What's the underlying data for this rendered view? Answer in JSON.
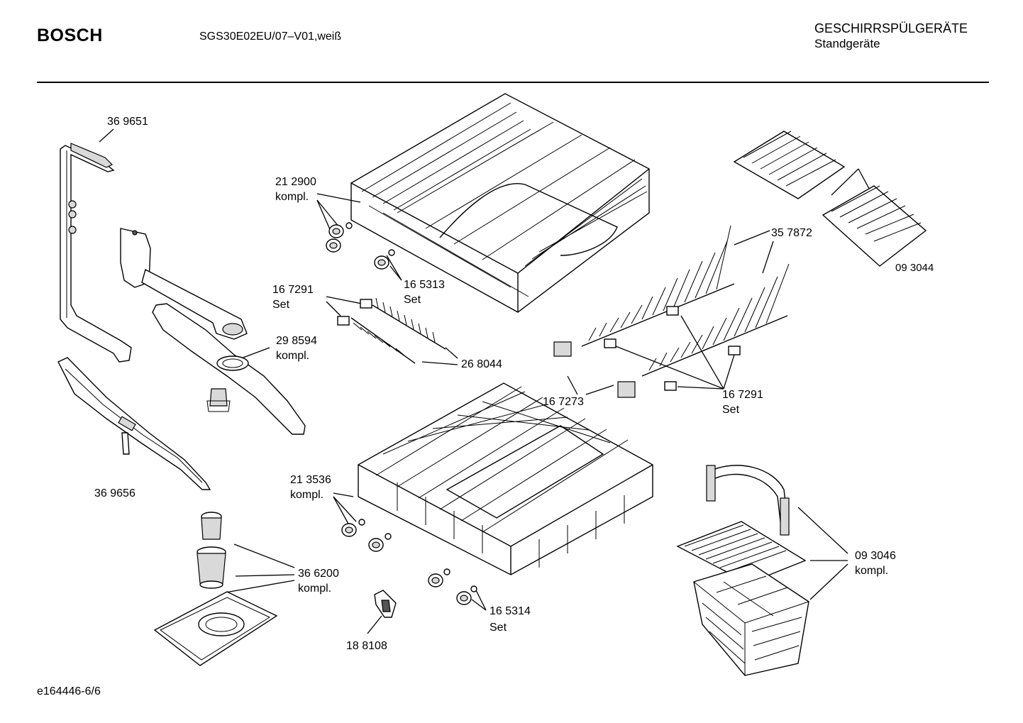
{
  "header": {
    "brand": "BOSCH",
    "model": "SGS30E02EU/07–V01,weiß",
    "category": "GESCHIRRSPÜLGERÄTE",
    "subcategory": "Standgeräte"
  },
  "footer": {
    "doc_id": "e164446-6/6"
  },
  "parts": [
    {
      "id": "p369651",
      "number": "36 9651",
      "note": ""
    },
    {
      "id": "p212900",
      "number": "21 2900",
      "note": "kompl."
    },
    {
      "id": "p165313",
      "number": "16 5313",
      "note": "Set"
    },
    {
      "id": "p167291a",
      "number": "16 7291",
      "note": "Set"
    },
    {
      "id": "p298594",
      "number": "29 8594",
      "note": "kompl."
    },
    {
      "id": "p268044",
      "number": "26 8044",
      "note": ""
    },
    {
      "id": "p369656",
      "number": "36 9656",
      "note": ""
    },
    {
      "id": "p357872",
      "number": "35 7872",
      "note": ""
    },
    {
      "id": "p093044",
      "number": "09 3044",
      "note": ""
    },
    {
      "id": "p167273",
      "number": "16 7273",
      "note": ""
    },
    {
      "id": "p167291b",
      "number": "16 7291",
      "note": "Set"
    },
    {
      "id": "p213536",
      "number": "21 3536",
      "note": "kompl."
    },
    {
      "id": "p366200",
      "number": "36 6200",
      "note": "kompl."
    },
    {
      "id": "p165314",
      "number": "16 5314",
      "note": "Set"
    },
    {
      "id": "p188108",
      "number": "18 8108",
      "note": ""
    },
    {
      "id": "p093046",
      "number": "09 3046",
      "note": "kompl."
    }
  ]
}
